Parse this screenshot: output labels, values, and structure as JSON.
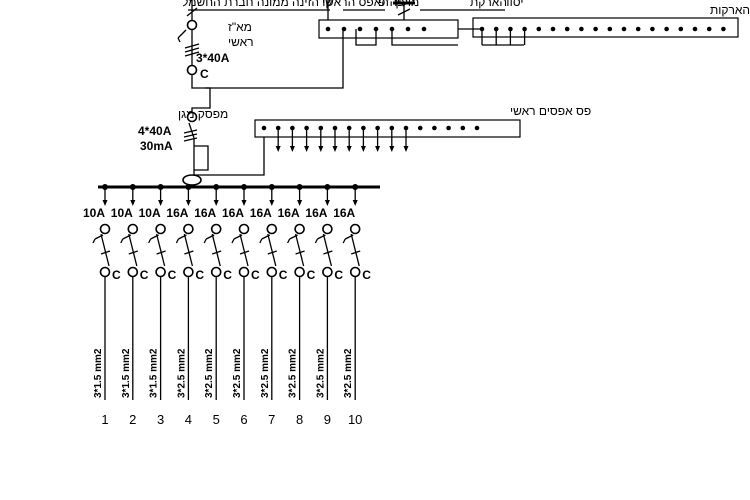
{
  "top": {
    "supply_line_label": "קו הזינה ממונה חברת החשמל",
    "main_neutral_conductor_label": "מוליך האפס הראשי",
    "pep_label": "פה\"פ",
    "earthing_label": "הארקת",
    "foundation_label": "יסוד",
    "earth_bar_label": "פס הארקות"
  },
  "main_breaker": {
    "line1": "מא\"ז",
    "line2": "ראשי",
    "rating": "3*40A",
    "curve": "C"
  },
  "rcd": {
    "label": "מפסק מגן",
    "rating": "4*40A",
    "sensitivity": "30mA"
  },
  "neutral_bar": {
    "label": "פס אפסים ראשי"
  },
  "circuits": [
    {
      "number": "1",
      "rating": "10A",
      "curve": "C",
      "cable": "3*1.5 mm2"
    },
    {
      "number": "2",
      "rating": "10A",
      "curve": "C",
      "cable": "3*1.5 mm2"
    },
    {
      "number": "3",
      "rating": "10A",
      "curve": "C",
      "cable": "3*1.5 mm2"
    },
    {
      "number": "4",
      "rating": "16A",
      "curve": "C",
      "cable": "3*2.5 mm2"
    },
    {
      "number": "5",
      "rating": "16A",
      "curve": "C",
      "cable": "3*2.5 mm2"
    },
    {
      "number": "6",
      "rating": "16A",
      "curve": "C",
      "cable": "3*2.5 mm2"
    },
    {
      "number": "7",
      "rating": "16A",
      "curve": "C",
      "cable": "3*2.5 mm2"
    },
    {
      "number": "8",
      "rating": "16A",
      "curve": "C",
      "cable": "3*2.5 mm2"
    },
    {
      "number": "9",
      "rating": "16A",
      "curve": "C",
      "cable": "3*2.5 mm2"
    },
    {
      "number": "10",
      "rating": "16A",
      "curve": "C",
      "cable": "3*2.5 mm2"
    }
  ]
}
